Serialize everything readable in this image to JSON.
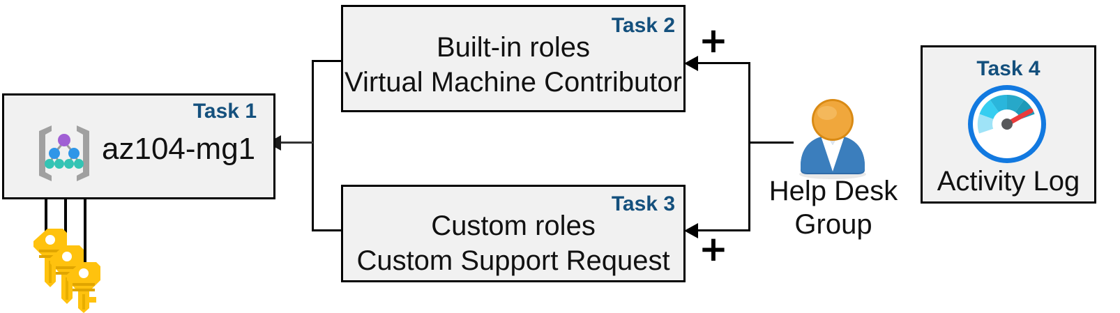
{
  "diagram": {
    "title": "Azure RBAC task diagram",
    "accent_color": "#14507D",
    "box_fill": "#f1f1f1",
    "box_border": "#000000"
  },
  "task1": {
    "label": "Task 1",
    "name": "az104-mg1",
    "icon": "management-group-icon"
  },
  "task2": {
    "label": "Task 2",
    "text": "Built-in roles\nVirtual Machine Contributor"
  },
  "task3": {
    "label": "Task 3",
    "text": "Custom roles\nCustom Support Request"
  },
  "task4": {
    "label": "Task 4",
    "caption": "Activity Log",
    "icon": "gauge-icon"
  },
  "group": {
    "caption": "Help Desk\nGroup",
    "icon": "person-icon"
  },
  "keys": {
    "icon": "keys-icon",
    "count": 3
  },
  "operators": {
    "plus_top": "+",
    "plus_bottom": "+"
  }
}
